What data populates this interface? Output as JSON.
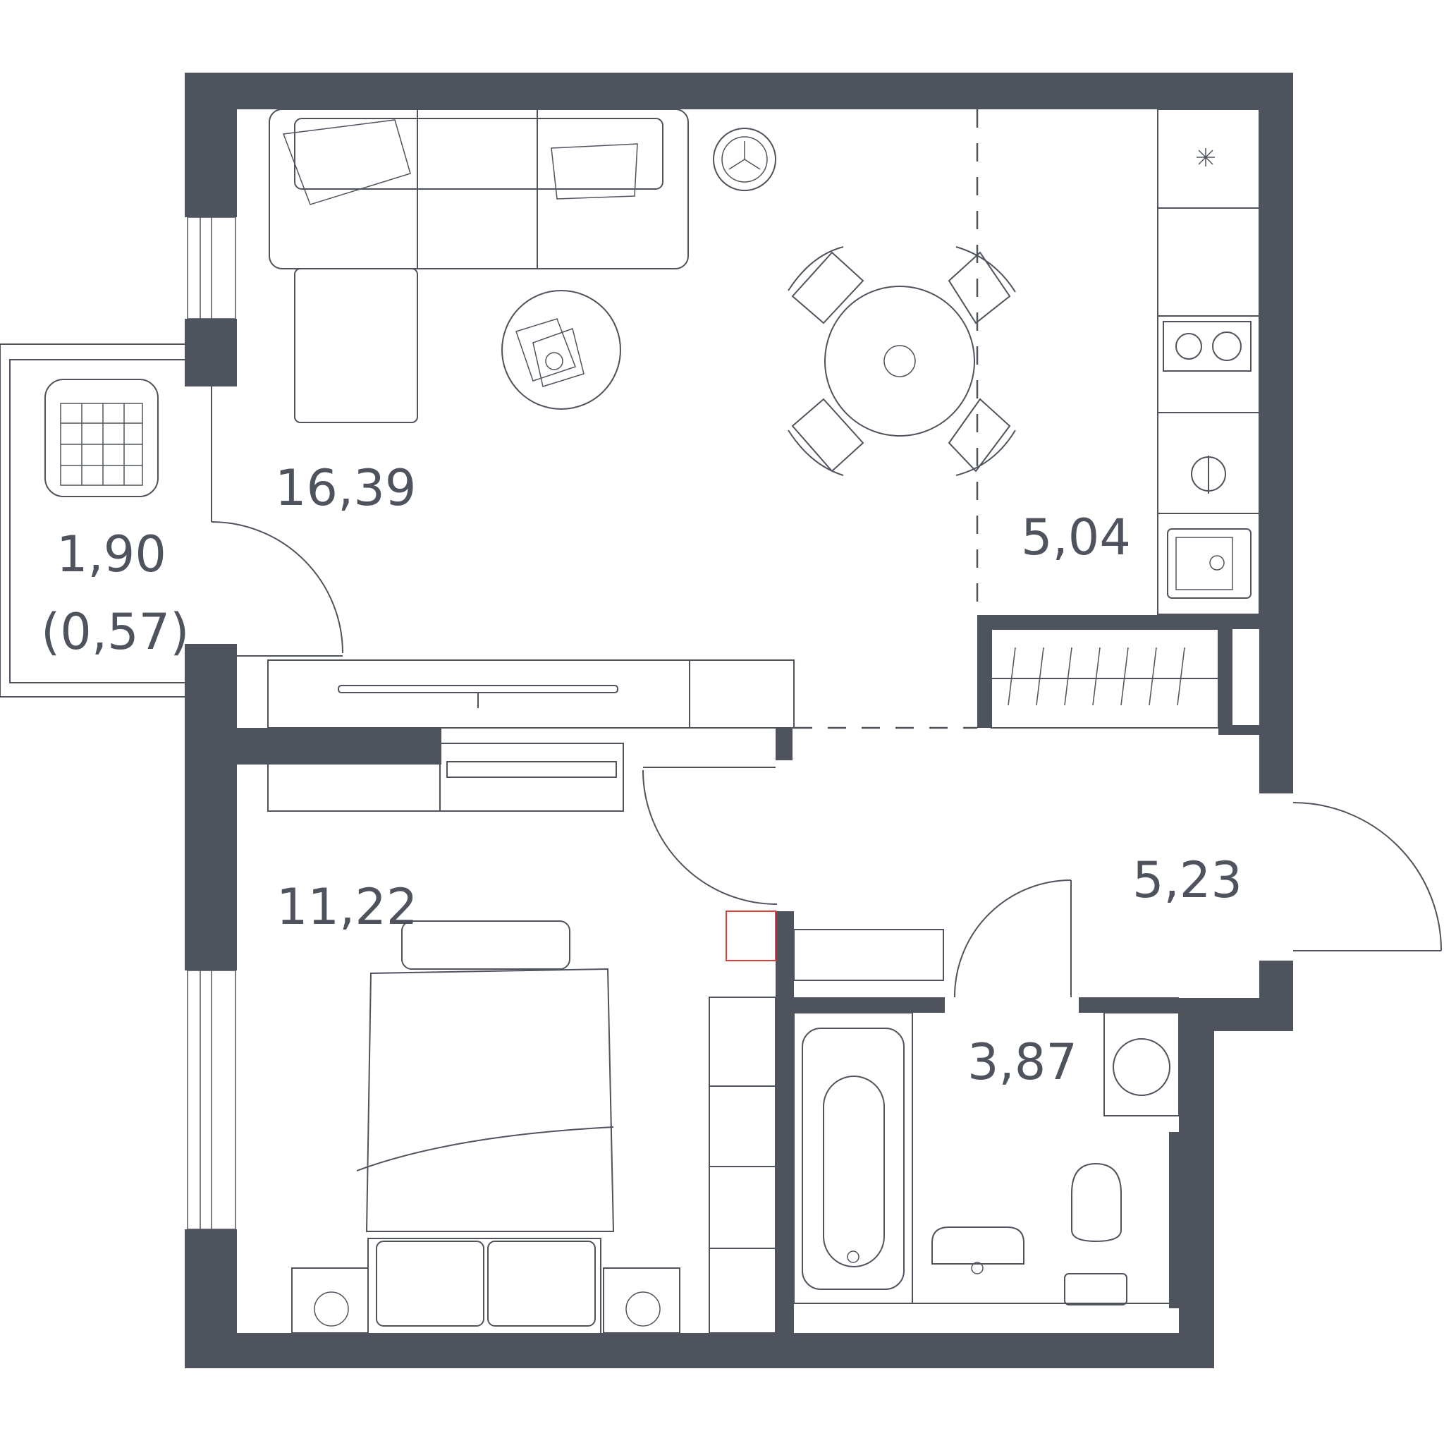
{
  "floor_plan": {
    "rooms": [
      {
        "id": "living-room",
        "area": "16,39"
      },
      {
        "id": "kitchen",
        "area": "5,04"
      },
      {
        "id": "balcony",
        "area": "1,90",
        "area_reduced": "(0,57)"
      },
      {
        "id": "bedroom",
        "area": "11,22"
      },
      {
        "id": "hallway",
        "area": "5,23"
      },
      {
        "id": "bathroom",
        "area": "3,87"
      }
    ],
    "colors": {
      "wall": "#4f535d",
      "line": "#4f535d",
      "background": "#ffffff",
      "marker": "#e03c3c"
    }
  }
}
